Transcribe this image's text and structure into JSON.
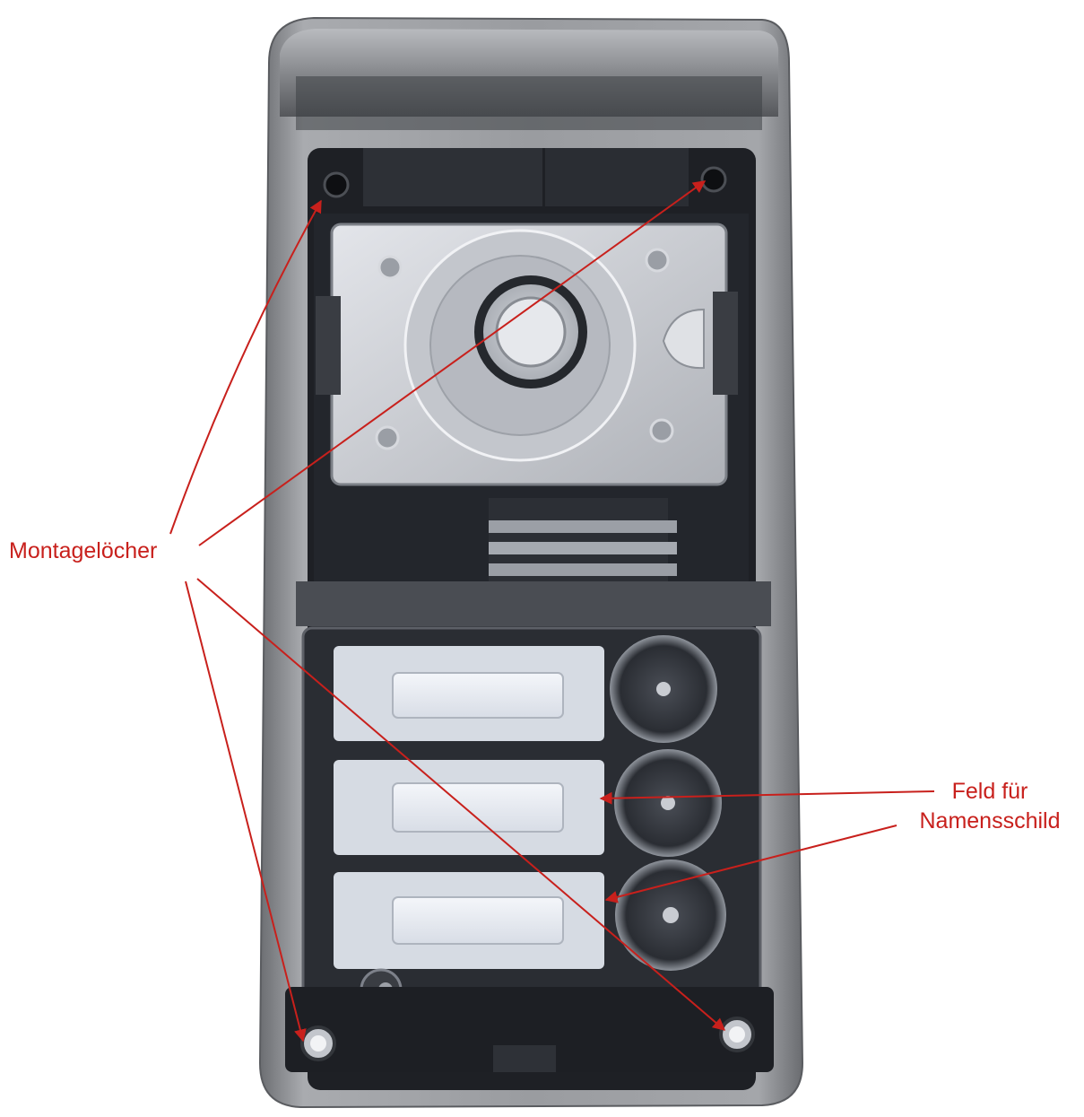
{
  "annotations": {
    "mounting_holes": "Montagelöcher",
    "name_field_line1": "Feld für",
    "name_field_line2": "Namensschild"
  },
  "colors": {
    "annotation": "#c8201c",
    "housing": "#8a8c90",
    "inner_panel": "#1d1f23",
    "cover_plate": "#c9ccd2",
    "name_window": "#e9edf4"
  }
}
